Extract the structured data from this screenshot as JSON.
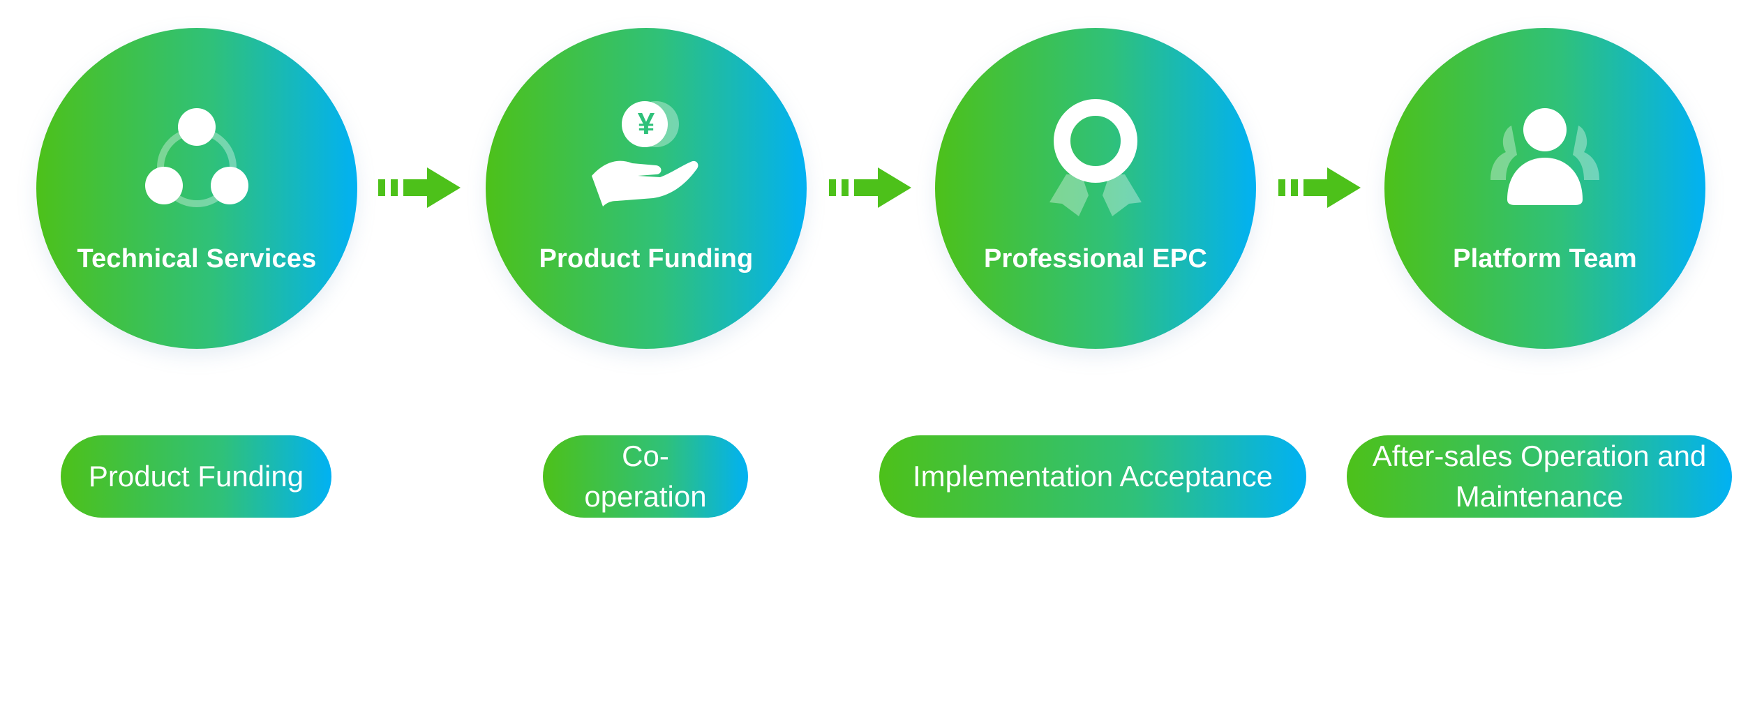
{
  "colors": {
    "green": "#4dc11a",
    "teal": "#2fc17a",
    "blue": "#01b1f3",
    "arrow": "#4dc11a",
    "text": "#ffffff"
  },
  "steps": [
    {
      "title": "Technical Services",
      "icon": "network-nodes-icon"
    },
    {
      "title": "Product Funding",
      "icon": "hand-coin-yen-icon",
      "coin_symbol": "¥"
    },
    {
      "title": "Professional EPC",
      "icon": "award-ribbon-icon"
    },
    {
      "title": "Platform Team",
      "icon": "team-people-icon"
    }
  ],
  "arrows": [
    {
      "icon": "arrow-right-icon"
    },
    {
      "icon": "arrow-right-icon"
    },
    {
      "icon": "arrow-right-icon"
    }
  ],
  "pills": [
    {
      "label": "Product Funding"
    },
    {
      "label": "Co-operation"
    },
    {
      "label": "Implementation Acceptance"
    },
    {
      "label": "After-sales Operation and Maintenance"
    }
  ]
}
